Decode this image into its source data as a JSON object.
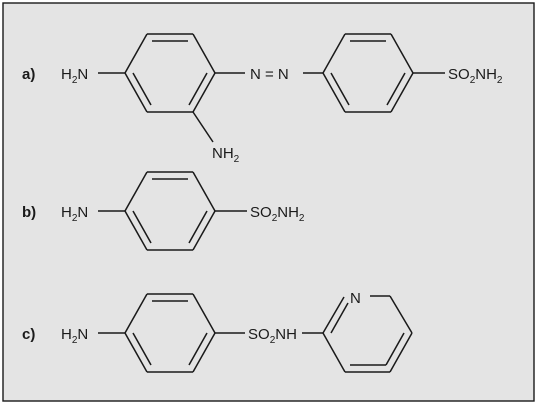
{
  "structures": [
    {
      "tag": "a)",
      "amine_left": {
        "a": "H",
        "sub": "2",
        "b": "N"
      },
      "azo": "N = N",
      "amine_ortho": {
        "a": "NH",
        "sub": "2"
      },
      "sulfonamide": {
        "a": "SO",
        "sub": "2",
        "b": "NH",
        "sub2": "2"
      }
    },
    {
      "tag": "b)",
      "amine_left": {
        "a": "H",
        "sub": "2",
        "b": "N"
      },
      "sulfonamide": {
        "a": "SO",
        "sub": "2",
        "b": "NH",
        "sub2": "2"
      }
    },
    {
      "tag": "c)",
      "amine_left": {
        "a": "H",
        "sub": "2",
        "b": "N"
      },
      "sulfonamide": {
        "a": "SO",
        "sub": "2",
        "b": "NH"
      },
      "pyridine_n": "N"
    }
  ]
}
